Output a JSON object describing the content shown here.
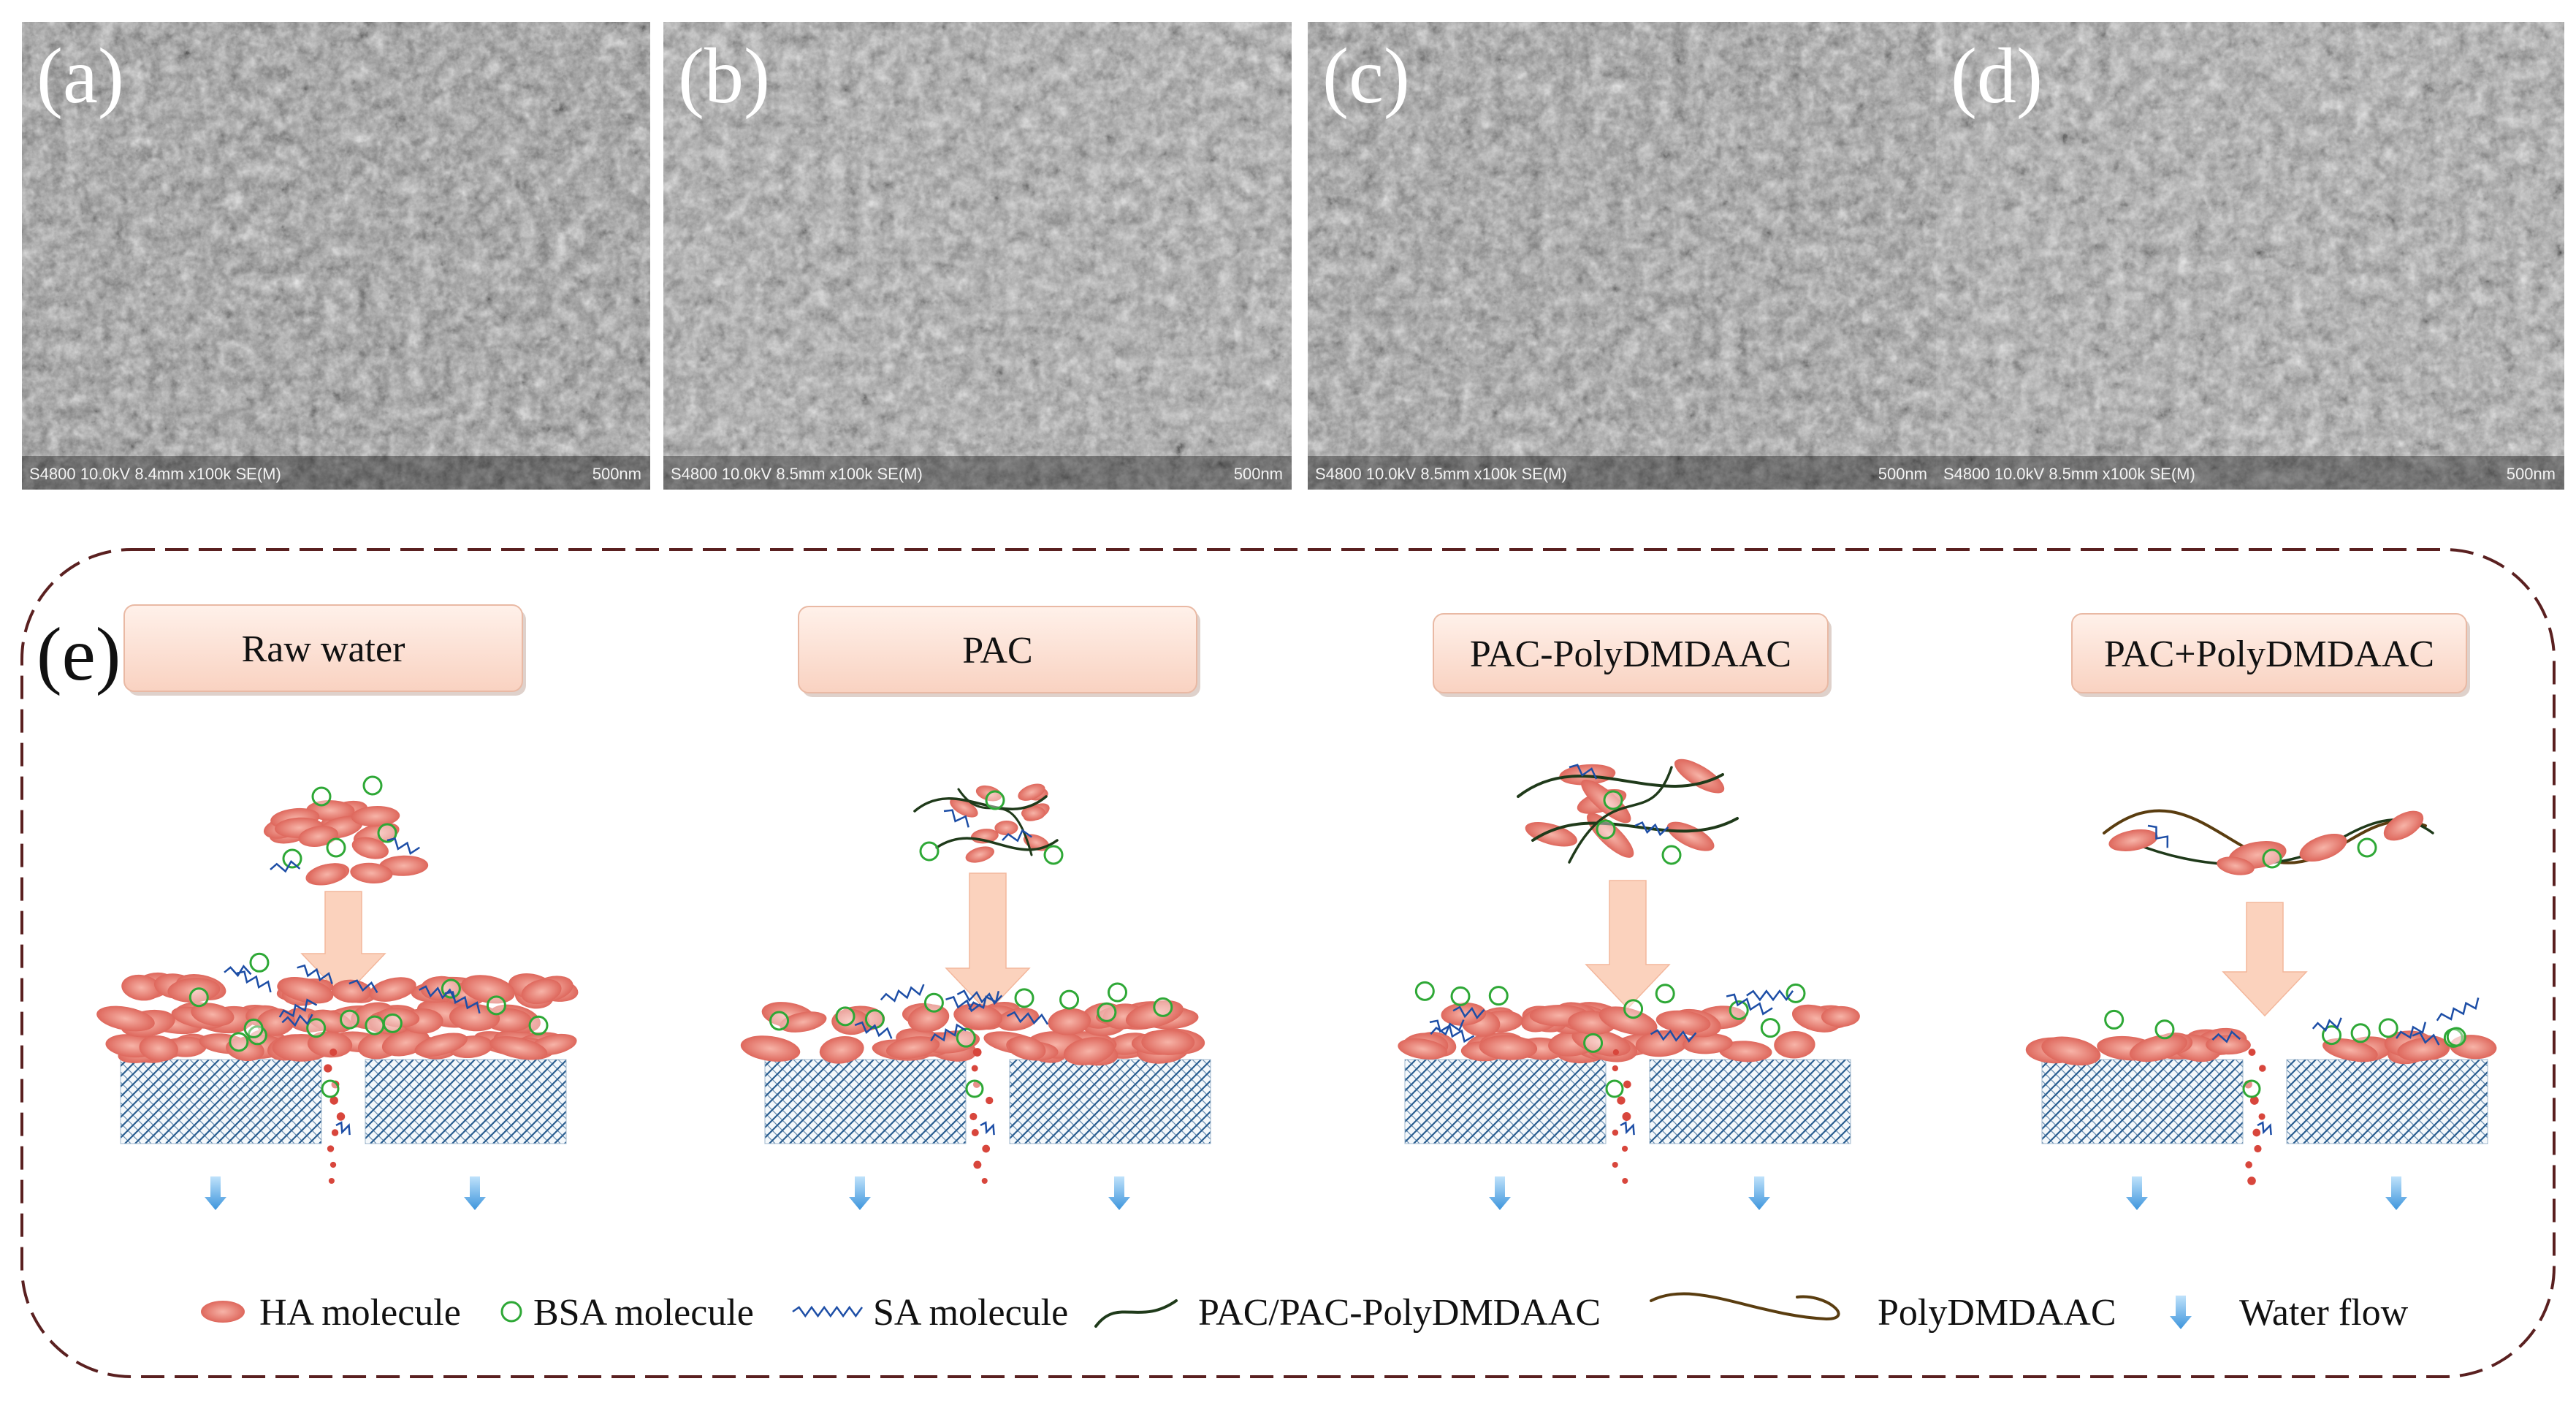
{
  "sem_panels": [
    {
      "letter": "(a)",
      "footer": "S4800 10.0kV 8.4mm x100k SE(M)",
      "scale": "500nm",
      "tone": "#7a7a7a"
    },
    {
      "letter": "(b)",
      "footer": "S4800 10.0kV 8.5mm x100k SE(M)",
      "scale": "500nm",
      "tone": "#8a8a8a"
    },
    {
      "letter": "(c)",
      "footer": "S4800 10.0kV 8.5mm x100k SE(M)",
      "scale": "500nm",
      "tone": "#7f7f7f"
    },
    {
      "letter": "(d)",
      "footer": "S4800 10.0kV 8.5mm x100k SE(M)",
      "scale": "500nm",
      "tone": "#8c8c8c"
    }
  ],
  "diagram": {
    "panel_letter": "(e)",
    "conditions": [
      "Raw water",
      "PAC",
      "PAC-PolyDMDAAC",
      "PAC+PolyDMDAAC"
    ]
  },
  "legend": [
    {
      "icon": "ha-molecule-icon",
      "label": "HA molecule"
    },
    {
      "icon": "bsa-molecule-icon",
      "label": "BSA molecule"
    },
    {
      "icon": "sa-molecule-icon",
      "label": "SA molecule"
    },
    {
      "icon": "pac-chain-icon",
      "label": "PAC/PAC-PolyDMDAAC"
    },
    {
      "icon": "polydmdaac-chain-icon",
      "label": "PolyDMDAAC"
    },
    {
      "icon": "water-flow-icon",
      "label": "Water flow"
    }
  ],
  "colors": {
    "ha": "#e07066",
    "bsa": "#2ea836",
    "sa": "#1d4ea6",
    "pac_chain": "#1f3a1a",
    "polydmdaac_chain": "#5a3d10",
    "membrane": "#2a5d8f",
    "frame": "#5a2020",
    "label_box": "#fde2d6",
    "arrow": "#fbd2bd",
    "water": "#59a9e6"
  }
}
